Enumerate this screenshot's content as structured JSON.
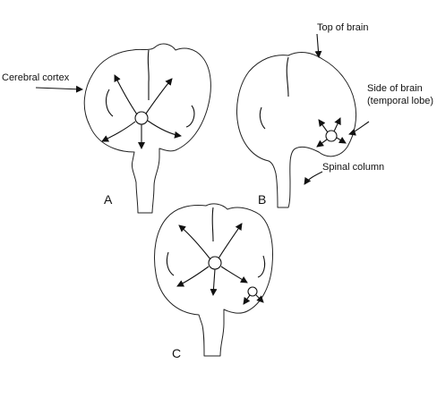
{
  "labels": {
    "cerebral_cortex": "Cerebral cortex",
    "top_of_brain": "Top of brain",
    "side_of_brain_line1": "Side of brain",
    "side_of_brain_line2": "(temporal lobe)",
    "spinal_column": "Spinal column"
  },
  "panels": {
    "a": "A",
    "b": "B",
    "c": "C"
  }
}
